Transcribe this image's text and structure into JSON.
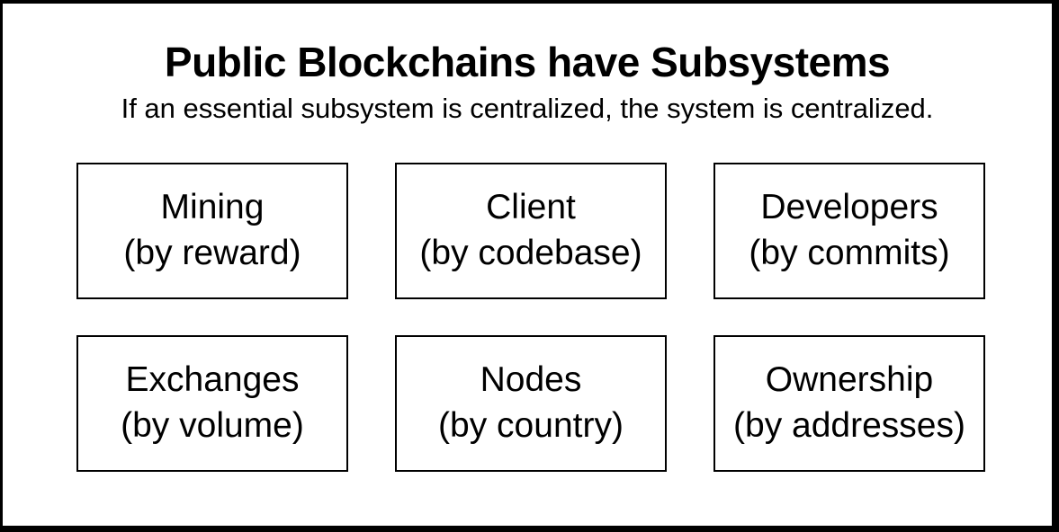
{
  "header": {
    "title": "Public Blockchains have Subsystems",
    "subtitle": "If an essential subsystem is centralized, the system is centralized."
  },
  "subsystems": [
    {
      "name": "Mining",
      "metric": "(by reward)"
    },
    {
      "name": "Client",
      "metric": "(by codebase)"
    },
    {
      "name": "Developers",
      "metric": "(by commits)"
    },
    {
      "name": "Exchanges",
      "metric": "(by volume)"
    },
    {
      "name": "Nodes",
      "metric": "(by country)"
    },
    {
      "name": "Ownership",
      "metric": "(by addresses)"
    }
  ],
  "colors": {
    "background": "#ffffff",
    "text": "#000000",
    "frame_border": "#000000",
    "box_border": "#000000"
  }
}
